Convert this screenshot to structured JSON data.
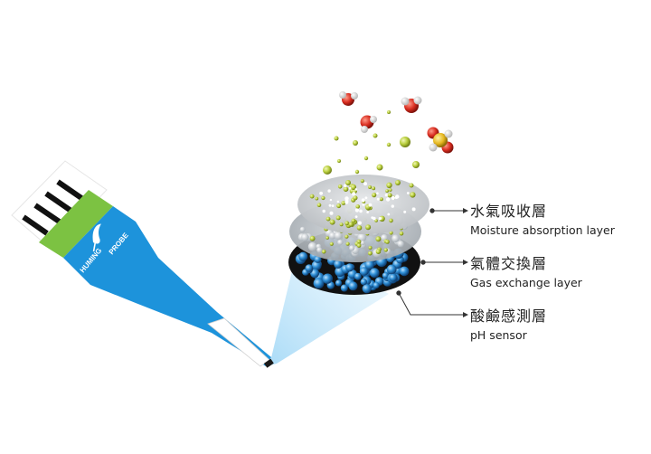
{
  "brand": {
    "name_left": "HUMING",
    "name_right": "PROBE"
  },
  "layers": [
    {
      "zh": "水氣吸收層",
      "en": "Moisture absorption layer"
    },
    {
      "zh": "氣體交換層",
      "en": "Gas exchange layer"
    },
    {
      "zh": "酸鹼感測層",
      "en": "pH sensor"
    }
  ],
  "colors": {
    "probe_blue": "#1d93db",
    "probe_green": "#7cc242",
    "contact_black": "#111111",
    "bead_blue": "#2f8fd6",
    "bead_green": "#b9cf3e",
    "molecule_red": "#d82c1f",
    "molecule_yellow": "#e6b820"
  },
  "icons": [
    "hummingbird-logo-icon",
    "water-molecule-icon",
    "so2-molecule-icon"
  ]
}
